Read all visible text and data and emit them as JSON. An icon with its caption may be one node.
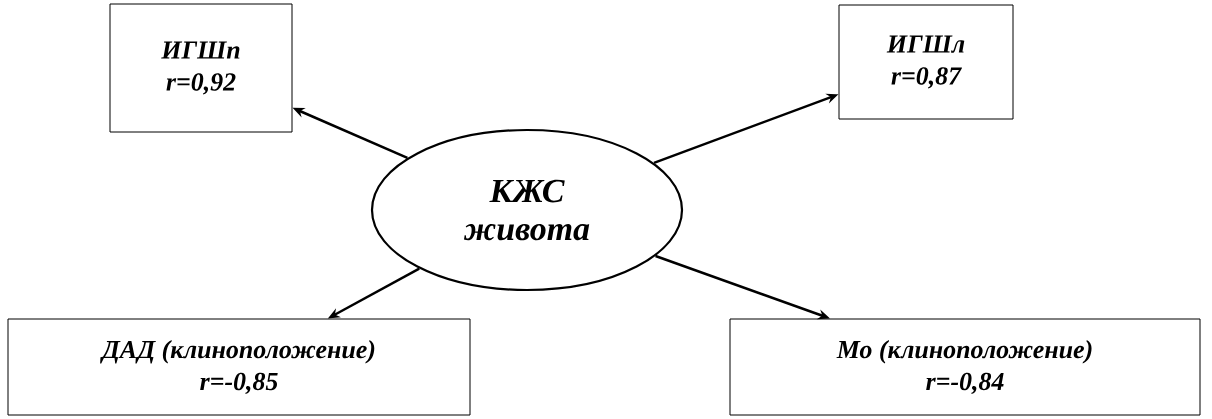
{
  "diagram": {
    "nodes": [
      {
        "text": [
          "ИГШп",
          "r=0,92"
        ]
      },
      {
        "text": [
          "ИГШл",
          "r=0,87"
        ]
      },
      {
        "text": [
          "КЖС живота"
        ]
      },
      {
        "text": [
          "ДАД (клиноположение)",
          "r=-0,85"
        ]
      },
      {
        "text": [
          "Мо (клиноположение)",
          "r=-0,84"
        ]
      }
    ],
    "edges": [
      {
        "from": 2,
        "to": 0,
        "arrow": "to"
      },
      {
        "from": 2,
        "to": 1,
        "arrow": "to"
      },
      {
        "from": 2,
        "to": 3,
        "arrow": "to"
      },
      {
        "from": 2,
        "to": 4,
        "arrow": "to"
      }
    ]
  }
}
